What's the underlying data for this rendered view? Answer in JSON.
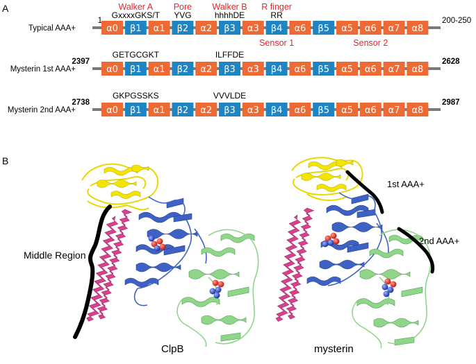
{
  "panel_a": {
    "label": "A",
    "colors": {
      "alpha": "#ee6a35",
      "beta": "#1f84c2",
      "line": "#7a7a7a",
      "red": "#e8242a"
    },
    "domain_names": [
      "α0",
      "β1",
      "α1",
      "β2",
      "α2",
      "β3",
      "α3",
      "β4",
      "α6",
      "β5",
      "α5",
      "α6",
      "α7",
      "α8"
    ],
    "domain_types": [
      "a",
      "b",
      "a",
      "b",
      "a",
      "b",
      "a",
      "b",
      "a",
      "b",
      "a",
      "a",
      "a",
      "a"
    ],
    "motifs_header": [
      {
        "title": "Walker A",
        "seq": "GxxxxGKS/T",
        "col": 1
      },
      {
        "title": "Pore",
        "seq": "YVG",
        "col": 3
      },
      {
        "title": "Walker B",
        "seq": "hhhhDE",
        "col": 5
      },
      {
        "title": "R finger",
        "seq": "RR",
        "col": 7
      }
    ],
    "sensors": [
      {
        "label": "Sensor 1",
        "col": 7
      },
      {
        "label": "Sensor 2",
        "col": 11
      }
    ],
    "rows": [
      {
        "name": "Typical AAA+",
        "start": "1",
        "end": "200-250",
        "motifs": []
      },
      {
        "name": "Mysterin 1st AAA+",
        "start": "2397",
        "end": "2628",
        "motifs": [
          {
            "seq": "GETGCGKT",
            "col": 1
          },
          {
            "seq": "ILFFDE",
            "col": 5
          }
        ]
      },
      {
        "name": "Mysterin 2nd AAA+",
        "start": "2738",
        "end": "2987",
        "motifs": [
          {
            "seq": "GKPGSSKS",
            "col": 1
          },
          {
            "seq": "VVVLDE",
            "col": 5
          }
        ]
      }
    ]
  },
  "panel_b": {
    "label": "B",
    "left_caption": "ClpB",
    "right_caption": "mysterin",
    "middle_region": "Middle Region",
    "first_aaa": "1st AAA+",
    "second_aaa": "2nd AAA+",
    "colors": {
      "yellow": "#f2e600",
      "blue": "#3e62c4",
      "green": "#8fd68a",
      "pink": "#d9418e",
      "black": "#000000"
    }
  }
}
